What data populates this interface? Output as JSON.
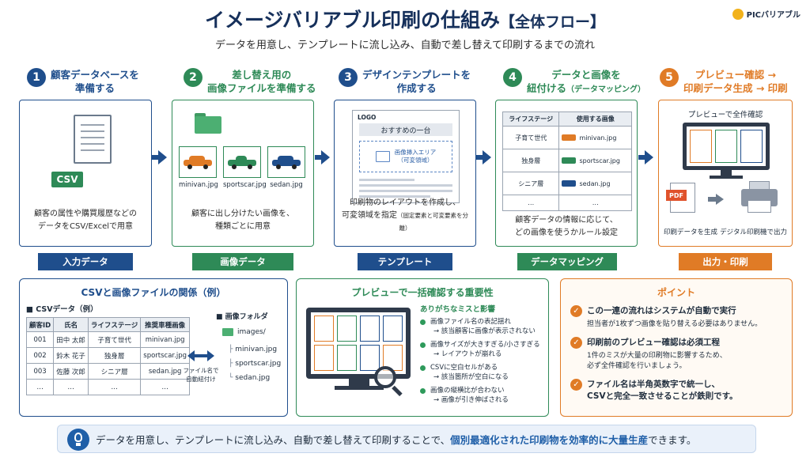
{
  "header": {
    "title": "イメージバリアブル印刷の仕組み",
    "title_bracket": "【全体フロー】",
    "subtitle": "データを用意し、テンプレートに流し込み、自動で差し替えて印刷するまでの流れ",
    "logo_text": "PICバリアブル"
  },
  "colors": {
    "blue": "#1f4e8c",
    "green": "#2e8a57",
    "orange": "#e07b26"
  },
  "steps": [
    {
      "num": "1",
      "title_l1": "顧客データベースを",
      "title_l2": "準備する",
      "desc_l1": "顧客の属性や購買履歴などの",
      "desc_l2": "データをCSV/Excelで用意",
      "label": "入力データ",
      "csv_badge": "CSV"
    },
    {
      "num": "2",
      "title_l1": "差し替え用の",
      "title_l2": "画像ファイルを準備する",
      "desc_l1": "顧客に出し分けたい画像を、",
      "desc_l2": "種類ごとに用意",
      "label": "画像データ",
      "files": [
        "minivan.jpg",
        "sportscar.jpg",
        "sedan.jpg"
      ]
    },
    {
      "num": "3",
      "title_l1": "デザインテンプレートを",
      "title_l2": "作成する",
      "desc_l1": "印刷物のレイアウトを作成し、",
      "desc_l2": "可変領域を指定",
      "desc_note": "（固定要素と可変要素を分離）",
      "label": "テンプレート",
      "tpl_logo": "LOGO",
      "tpl_heading": "おすすめの一台",
      "tpl_area_l1": "画像挿入エリア",
      "tpl_area_l2": "（可変領域）"
    },
    {
      "num": "4",
      "title_l1": "データと画像を",
      "title_l2": "紐付ける",
      "title_note": "（データマッピング）",
      "desc_l1": "顧客データの情報に応じて、",
      "desc_l2": "どの画像を使うかルール設定",
      "label": "データマッピング",
      "map_headers": [
        "ライフステージ",
        "使用する画像"
      ],
      "map_rows": [
        [
          "子育て世代",
          "minivan.jpg"
        ],
        [
          "独身層",
          "sportscar.jpg"
        ],
        [
          "シニア層",
          "sedan.jpg"
        ],
        [
          "…",
          "…"
        ]
      ]
    },
    {
      "num": "5",
      "title_l1": "プレビュー確認 →",
      "title_l2": "印刷データ生成 → 印刷",
      "label": "出力・印刷",
      "preview_label": "プレビューで全件確認",
      "pdf_badge": "PDF",
      "out_l": "印刷データを生成",
      "out_r": "デジタル印刷機で出力"
    }
  ],
  "csv_panel": {
    "title": "CSVと画像ファイルの関係（例）",
    "table_title": "■ CSVデータ（例）",
    "headers": [
      "顧客ID",
      "氏名",
      "ライフステージ",
      "推奨車種画像"
    ],
    "rows": [
      [
        "001",
        "田中 太郎",
        "子育て世代",
        "minivan.jpg"
      ],
      [
        "002",
        "鈴木 花子",
        "独身層",
        "sportscar.jpg"
      ],
      [
        "003",
        "佐藤 次郎",
        "シニア層",
        "sedan.jpg"
      ],
      [
        "…",
        "…",
        "…",
        "…"
      ]
    ],
    "link_l1": "ファイル名で",
    "link_l2": "自動紐付け",
    "folder_title": "■ 画像フォルダ",
    "folder_name": "images/",
    "folder_files": [
      "minivan.jpg",
      "sportscar.jpg",
      "sedan.jpg"
    ]
  },
  "preview_panel": {
    "title": "プレビューで一括確認する重要性",
    "subtitle": "ありがちなミスと影響",
    "items": [
      {
        "a": "画像ファイル名の表記揺れ",
        "b": "→ 該当顧客に画像が表示されない"
      },
      {
        "a": "画像サイズが大きすぎる/小さすぎる",
        "b": "→ レイアウトが崩れる"
      },
      {
        "a": "CSVに空白セルがある",
        "b": "→ 該当箇所が空白になる"
      },
      {
        "a": "画像の縦横比が合わない",
        "b": "→ 画像が引き伸ばされる"
      }
    ]
  },
  "points_panel": {
    "title": "ポイント",
    "items": [
      {
        "a": "この一連の流れはシステムが自動で実行",
        "b": "担当者が1枚ずつ画像を貼り替える必要はありません。",
        "c": ""
      },
      {
        "a": "印刷前のプレビュー確認は必須工程",
        "b": "1件のミスが大量の印刷物に影響するため、",
        "c": "必ず全件確認を行いましょう。"
      },
      {
        "a": "ファイル名は半角英数字で統一し、",
        "b": "CSVと完全一致させることが鉄則です。",
        "c": ""
      }
    ]
  },
  "footer": {
    "pre": "データを用意し、テンプレートに流し込み、自動で差し替えて印刷することで、",
    "hl": "個別最適化された印刷物を効率的に大量生産",
    "post": "できます。"
  }
}
